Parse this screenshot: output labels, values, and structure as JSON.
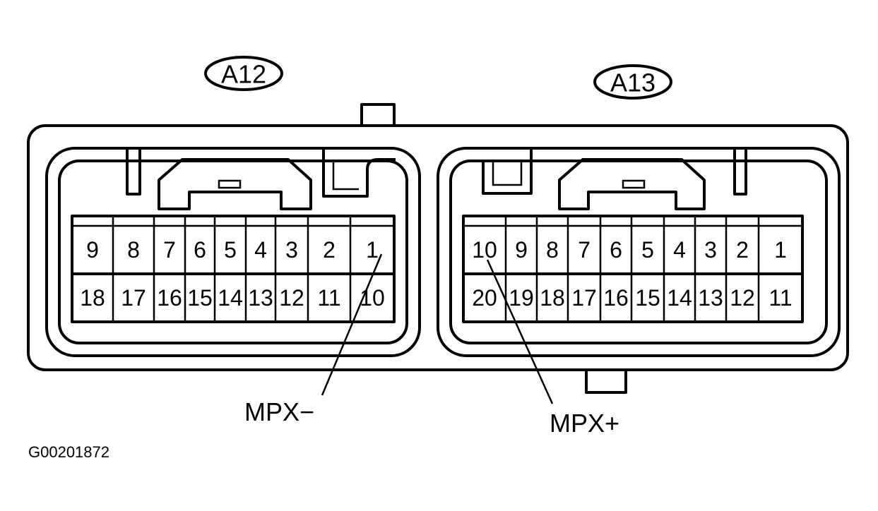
{
  "connectors": [
    {
      "id": "A12",
      "label": "A12",
      "top_row": [
        "9",
        "8",
        "7",
        "6",
        "5",
        "4",
        "3",
        "2",
        "1"
      ],
      "bottom_row": [
        "18",
        "17",
        "16",
        "15",
        "14",
        "13",
        "12",
        "11",
        "10"
      ]
    },
    {
      "id": "A13",
      "label": "A13",
      "top_row": [
        "10",
        "9",
        "8",
        "7",
        "6",
        "5",
        "4",
        "3",
        "2",
        "1"
      ],
      "bottom_row": [
        "20",
        "19",
        "18",
        "17",
        "16",
        "15",
        "14",
        "13",
        "12",
        "11"
      ]
    }
  ],
  "callouts": {
    "mpx_minus": "MPX−",
    "mpx_plus": "MPX+"
  },
  "figure_id": "G00201872"
}
